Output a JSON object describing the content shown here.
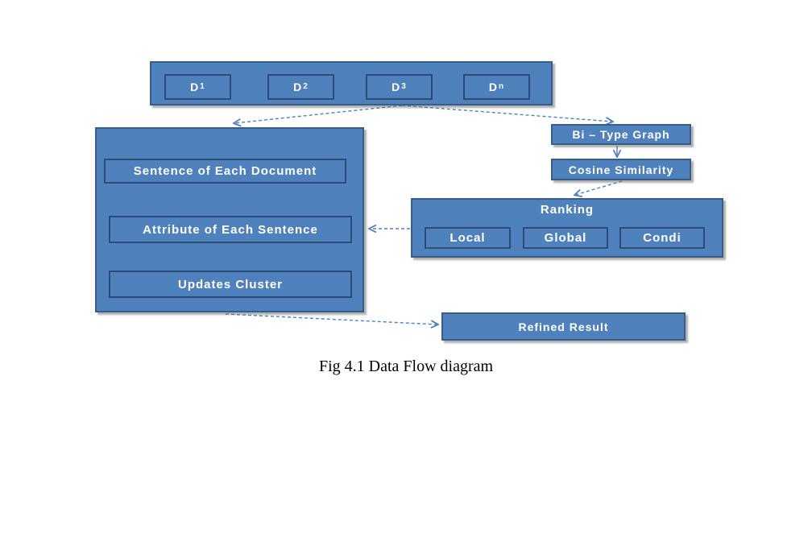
{
  "colors": {
    "box_fill": "#4F81BD",
    "box_border": "#385D8A",
    "inner_border": "#2E4E79",
    "arrow": "#4F81BD",
    "text": "#FFFFFF"
  },
  "documents_bar": {
    "items": [
      {
        "base": "D",
        "sub": "1"
      },
      {
        "base": "D",
        "sub": "2"
      },
      {
        "base": "D",
        "sub": "3"
      },
      {
        "base": "D",
        "sub": "n"
      }
    ]
  },
  "processing": {
    "sentence": "Sentence of Each Document",
    "attribute": "Attribute of Each Sentence",
    "updates": "Updates Cluster"
  },
  "graph": {
    "bi_type": "Bi – Type Graph",
    "cosine": "Cosine Similarity"
  },
  "ranking": {
    "title": "Ranking",
    "items": [
      "Local",
      "Global",
      "Condi"
    ]
  },
  "refined": {
    "label": "Refined Result"
  },
  "caption": "Fig 4.1 Data Flow diagram"
}
